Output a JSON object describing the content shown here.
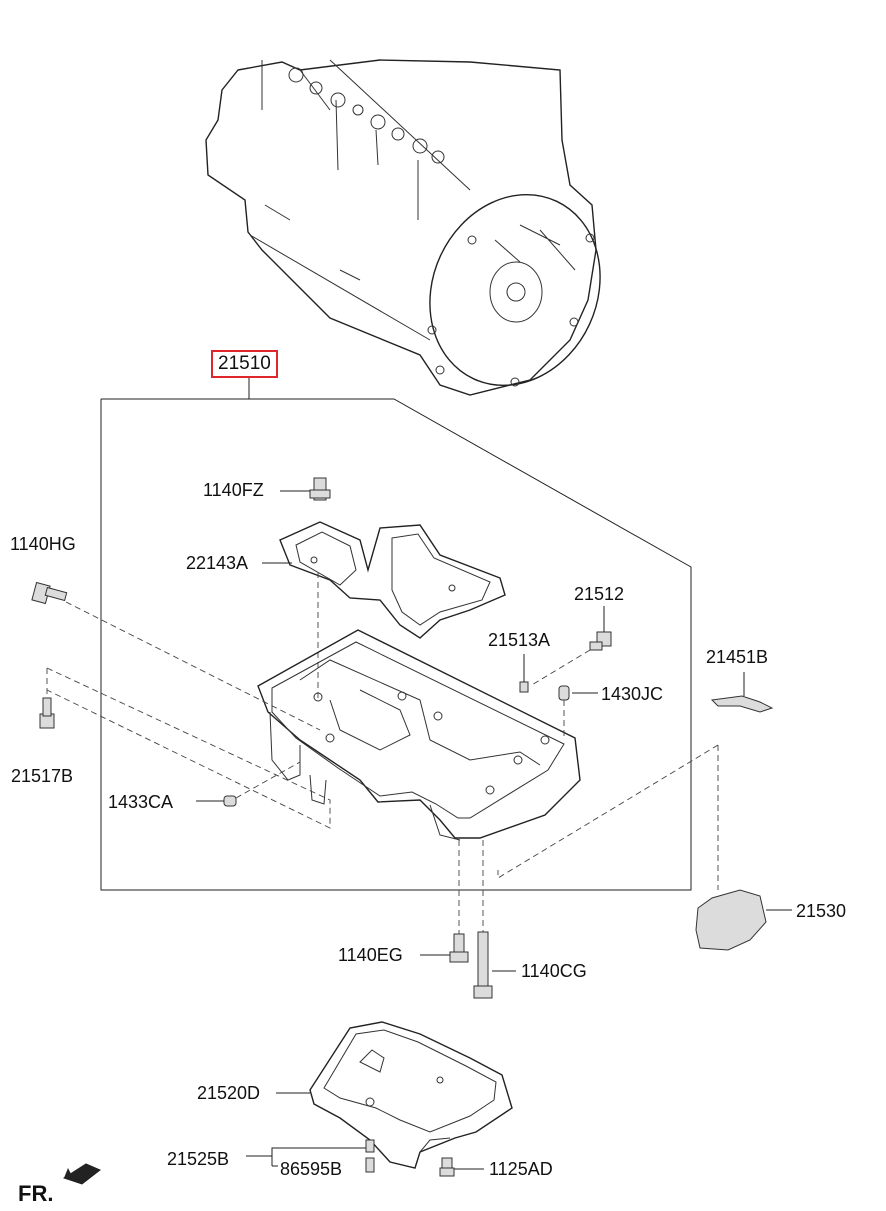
{
  "part_numbers": {
    "main": "21510",
    "bolt_top": "1140FZ",
    "bolt_left": "1140HG",
    "gasket": "22143A",
    "drain_plug": "21512",
    "drain_gasket": "21513A",
    "baffle": "21451B",
    "dowel_right": "1430JC",
    "left_bolt": "21517B",
    "dowel_left": "1433CA",
    "cover_right": "21530",
    "bolt_eg": "1140EG",
    "bolt_cg": "1140CG",
    "lower_pan": "21520D",
    "plug_a": "21525B",
    "plug_b": "86595B",
    "bolt_ad": "1125AD"
  },
  "orientation": {
    "front_label": "FR.",
    "icon": "front-arrow-icon"
  },
  "colors": {
    "highlight_box": "#e0262b",
    "line": "#222222"
  }
}
